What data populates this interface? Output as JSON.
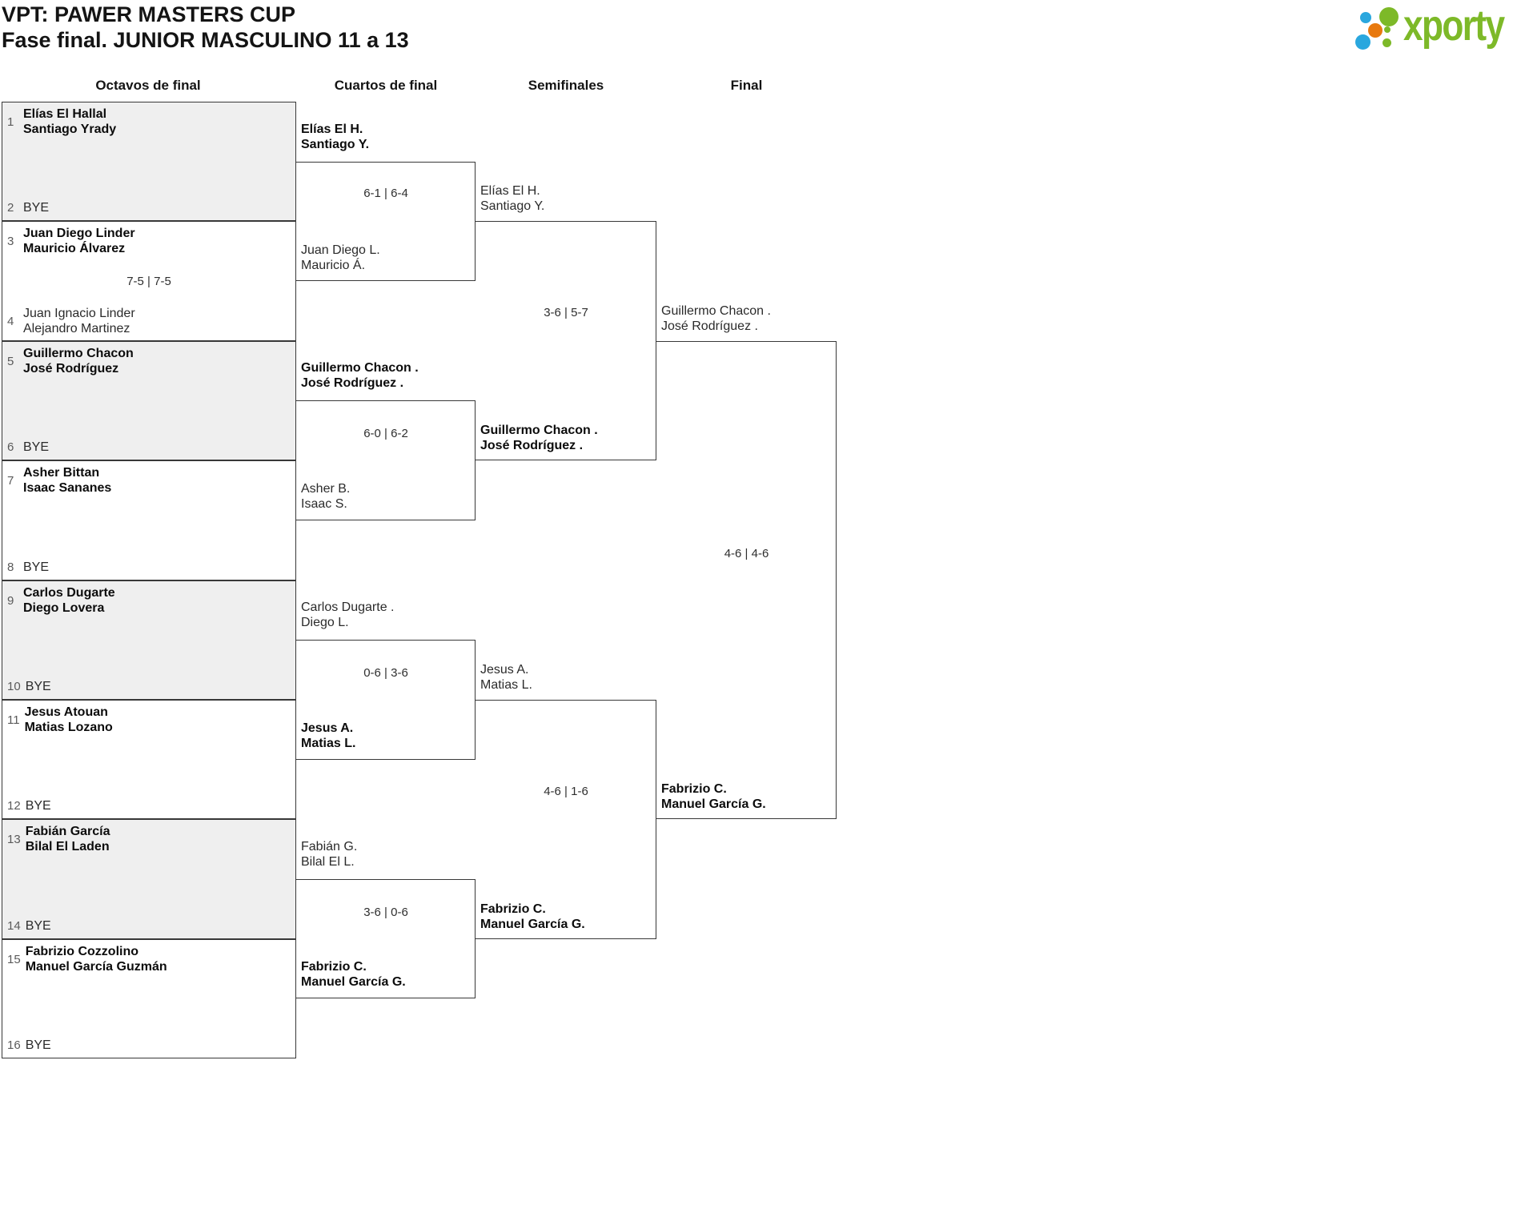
{
  "header": {
    "title": "VPT: PAWER MASTERS CUP",
    "subtitle": "Fase final. JUNIOR MASCULINO 11 a 13"
  },
  "logo": {
    "wordmark": "xporty",
    "green": "#7db928",
    "blue": "#2aa7de",
    "orange": "#e8790f"
  },
  "columns": [
    {
      "label": "Octavos de final"
    },
    {
      "label": "Cuartos de final"
    },
    {
      "label": "Semifinales"
    },
    {
      "label": "Final"
    }
  ],
  "r16": [
    {
      "top": {
        "seed": "1",
        "name1": "Elías El Hallal",
        "name2": "Santiago Yrady",
        "winner": true
      },
      "bottom": {
        "seed": "2",
        "name1": "BYE",
        "winner": false
      }
    },
    {
      "top": {
        "seed": "3",
        "name1": "Juan Diego Linder",
        "name2": "Mauricio Álvarez",
        "winner": true
      },
      "bottom": {
        "seed": "4",
        "name1": "Juan Ignacio Linder",
        "name2": "Alejandro Martinez",
        "winner": false
      },
      "score": "7-5 | 7-5"
    },
    {
      "top": {
        "seed": "5",
        "name1": "Guillermo Chacon",
        "name2": "José Rodríguez",
        "winner": true
      },
      "bottom": {
        "seed": "6",
        "name1": "BYE",
        "winner": false
      }
    },
    {
      "top": {
        "seed": "7",
        "name1": "Asher Bittan",
        "name2": "Isaac Sananes",
        "winner": true
      },
      "bottom": {
        "seed": "8",
        "name1": "BYE",
        "winner": false
      }
    },
    {
      "top": {
        "seed": "9",
        "name1": "Carlos Dugarte",
        "name2": "Diego Lovera",
        "winner": true
      },
      "bottom": {
        "seed": "10",
        "name1": "BYE",
        "winner": false
      }
    },
    {
      "top": {
        "seed": "11",
        "name1": "Jesus Atouan",
        "name2": "Matias Lozano",
        "winner": true
      },
      "bottom": {
        "seed": "12",
        "name1": "BYE",
        "winner": false
      }
    },
    {
      "top": {
        "seed": "13",
        "name1": "Fabián García",
        "name2": "Bilal El Laden",
        "winner": true
      },
      "bottom": {
        "seed": "14",
        "name1": "BYE",
        "winner": false
      }
    },
    {
      "top": {
        "seed": "15",
        "name1": "Fabrizio Cozzolino",
        "name2": "Manuel García Guzmán",
        "winner": true
      },
      "bottom": {
        "seed": "16",
        "name1": "BYE",
        "winner": false
      }
    }
  ],
  "qf": [
    {
      "top": {
        "name1": "Elías El H.",
        "name2": "Santiago Y.",
        "winner": true
      },
      "bottom": {
        "name1": "Juan Diego L.",
        "name2": "Mauricio Á.",
        "winner": false
      },
      "score": "6-1 | 6-4"
    },
    {
      "top": {
        "name1": "Guillermo Chacon .",
        "name2": "José Rodríguez .",
        "winner": true
      },
      "bottom": {
        "name1": "Asher B.",
        "name2": "Isaac S.",
        "winner": false
      },
      "score": "6-0 | 6-2"
    },
    {
      "top": {
        "name1": "Carlos Dugarte .",
        "name2": "Diego L.",
        "winner": false
      },
      "bottom": {
        "name1": "Jesus A.",
        "name2": "Matias L.",
        "winner": true
      },
      "score": "0-6 | 3-6"
    },
    {
      "top": {
        "name1": "Fabián G.",
        "name2": "Bilal El L.",
        "winner": false
      },
      "bottom": {
        "name1": "Fabrizio C.",
        "name2": "Manuel García G.",
        "winner": true
      },
      "score": "3-6 | 0-6"
    }
  ],
  "sf": [
    {
      "top": {
        "name1": "Elías El H.",
        "name2": "Santiago Y.",
        "winner": false
      },
      "bottom": {
        "name1": "Guillermo Chacon .",
        "name2": "José Rodríguez .",
        "winner": true
      },
      "score": "3-6 | 5-7"
    },
    {
      "top": {
        "name1": "Jesus A.",
        "name2": "Matias L.",
        "winner": false
      },
      "bottom": {
        "name1": "Fabrizio C.",
        "name2": "Manuel García G.",
        "winner": true
      },
      "score": "4-6 | 1-6"
    }
  ],
  "final": {
    "top": {
      "name1": "Guillermo Chacon .",
      "name2": "José Rodríguez .",
      "winner": false
    },
    "bottom": {
      "name1": "Fabrizio C.",
      "name2": "Manuel García G.",
      "winner": true
    },
    "score": "4-6 | 4-6"
  }
}
